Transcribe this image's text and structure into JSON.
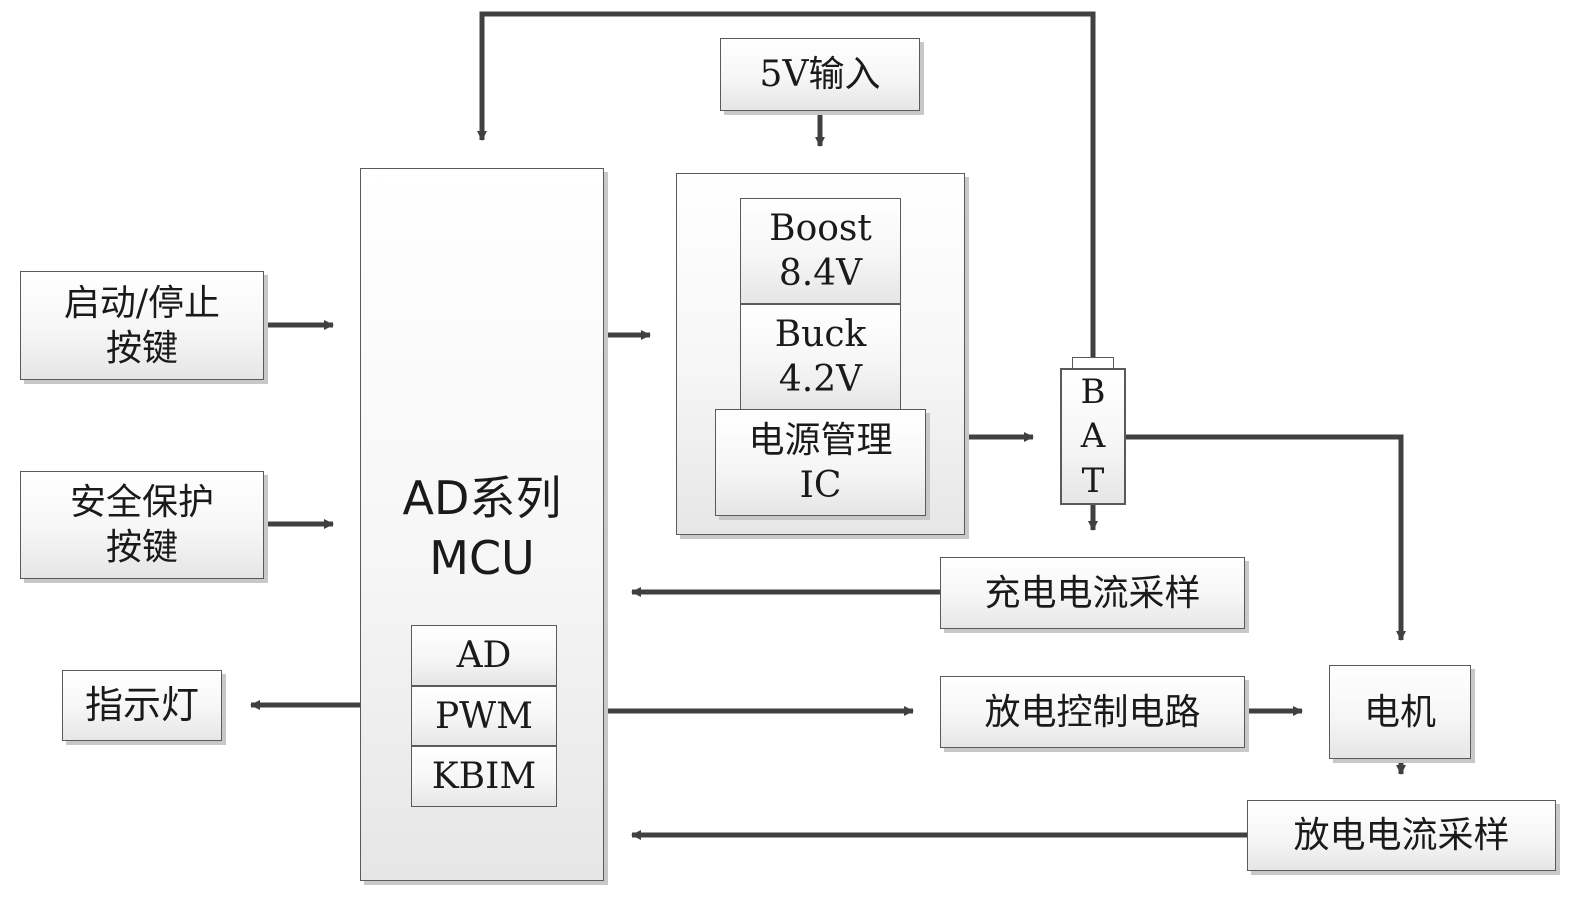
{
  "blocks": {
    "start_stop": [
      "启动/停止",
      "按键"
    ],
    "safety": [
      "安全保护",
      "按键"
    ],
    "indicator": "指示灯",
    "mcu": [
      "AD系列",
      "MCU"
    ],
    "mcu_modules": [
      "AD",
      "PWM",
      "KBIM"
    ],
    "input_5v": "5V输入",
    "boost": [
      "Boost",
      "8.4V"
    ],
    "buck": [
      "Buck",
      "4.2V"
    ],
    "pmic": [
      "电源管理",
      "IC"
    ],
    "battery": [
      "B",
      "A",
      "T"
    ],
    "charge_sense": "充电电流采样",
    "discharge_ctrl": "放电控制电路",
    "motor": "电机",
    "discharge_sense": "放电电流采样"
  },
  "colors": {
    "line": "#404040",
    "border": "#5a5a5a",
    "shadow": "#c8c8c8"
  }
}
